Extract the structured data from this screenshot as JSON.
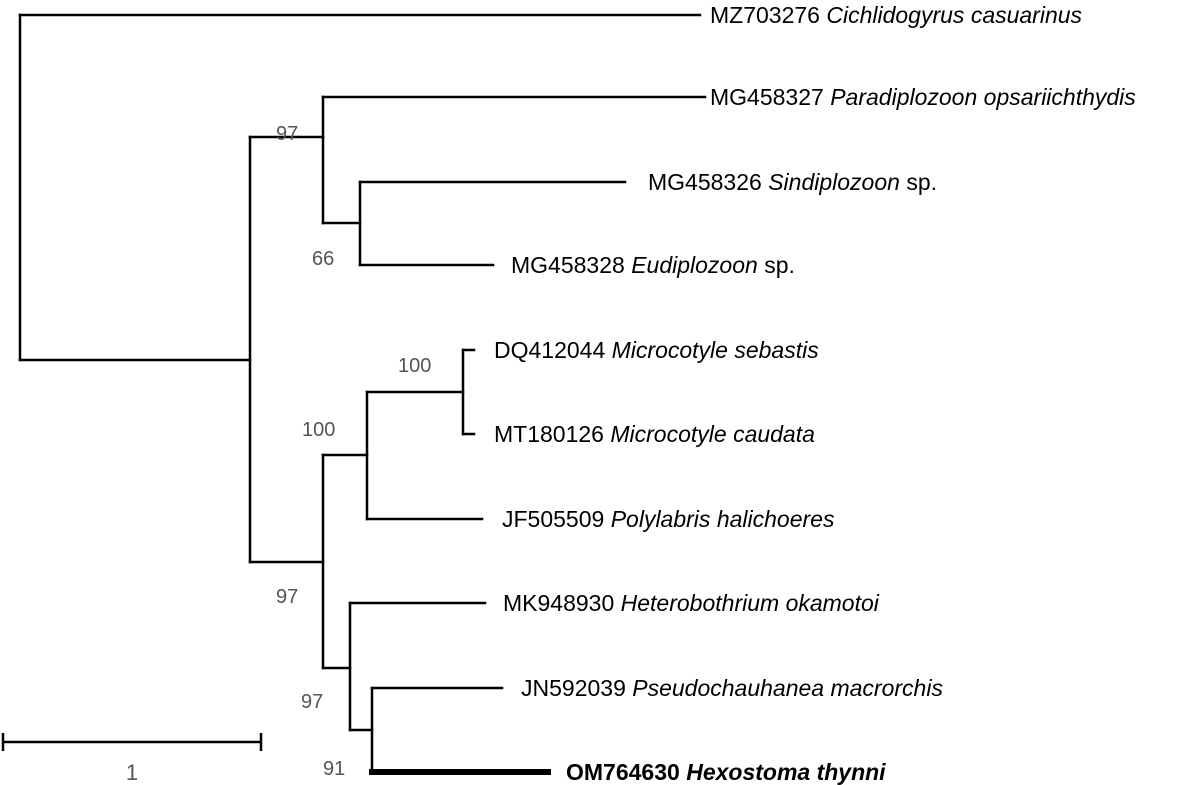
{
  "taxa": [
    {
      "accession": "MZ703276",
      "genus": "Cichlidogyrus",
      "epithet": "casuarinus",
      "highlight": false
    },
    {
      "accession": "MG458327",
      "genus": "Paradiplozoon",
      "epithet": "opsariichthydis",
      "highlight": false
    },
    {
      "accession": "MG458326",
      "genus": "Sindiplozoon",
      "epithet": "sp.",
      "highlight": false
    },
    {
      "accession": "MG458328",
      "genus": "Eudiplozoon",
      "epithet": "sp.",
      "highlight": false
    },
    {
      "accession": "DQ412044",
      "genus": "Microcotyle",
      "epithet": "sebastis",
      "highlight": false
    },
    {
      "accession": "MT180126",
      "genus": "Microcotyle",
      "epithet": "caudata",
      "highlight": false
    },
    {
      "accession": "JF505509",
      "genus": "Polylabris",
      "epithet": "halichoeres",
      "highlight": false
    },
    {
      "accession": "MK948930",
      "genus": "Heterobothrium",
      "epithet": "okamotoi",
      "highlight": false
    },
    {
      "accession": "JN592039",
      "genus": "Pseudochauhanea",
      "epithet": "macrorchis",
      "highlight": false
    },
    {
      "accession": "OM764630",
      "genus": "Hexostoma",
      "epithet": "thynni",
      "highlight": true
    }
  ],
  "support_values": {
    "diplozoid_clade": "97",
    "sindiplozoon_eudiplozoon": "66",
    "microcotyle_pair": "100",
    "microcotylid_clade": "100",
    "polyopisthocotylean_clade": "97",
    "heterobothrium_clade": "97",
    "hexostoma_pseudochauhanea": "91"
  },
  "scale_bar": {
    "label": "1"
  },
  "colors": {
    "branch": "#000000",
    "support_text": "#555555"
  }
}
